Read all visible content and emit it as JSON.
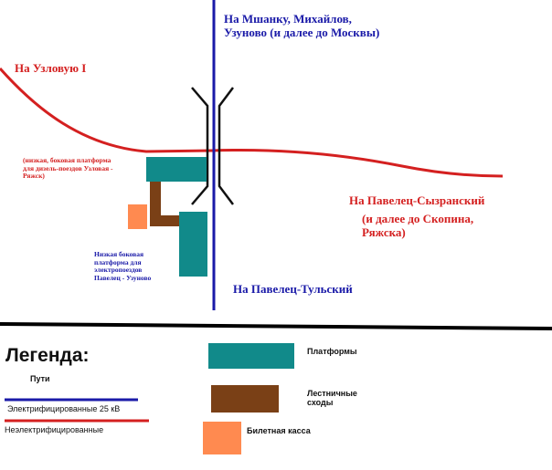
{
  "labels": {
    "to_moscow": [
      "На Мшанку, Михайлов,",
      "Узуново (и далее до Москвы)"
    ],
    "to_uzlovaya": "На Узловую I",
    "to_paveletz_syzransky": "На Павелец-Сызранский",
    "to_paveletz_syzransky_further": [
      "(и далее до Скопина,",
      "Ряжска)"
    ],
    "to_paveletz_tulsky": "На Павелец-Тульский",
    "low_platform_diesel": [
      "(низкая, боковая платформа",
      "для дизель-поездов Узловая -",
      "Ряжск)"
    ],
    "low_platform_electric": [
      "Низкая боковая",
      "платформа для",
      "электропоездов",
      "Павелец - Узуново"
    ]
  },
  "legend": {
    "title": "Легенда:",
    "tracks": "Пути",
    "electrified": "Электрифицированные 25 кВ",
    "non_electrified": "Неэлектрифицированные",
    "platforms": "Платформы",
    "stairs": [
      "Лестничные",
      "сходы"
    ],
    "ticket_office": "Билетная касса"
  },
  "colors": {
    "electrified_track": "#1a1aa8",
    "non_electrified_track": "#d42020",
    "platform": "#118a8a",
    "stairs": "#7a4016",
    "ticket_office": "#ff8a50",
    "separator": "#000000"
  }
}
